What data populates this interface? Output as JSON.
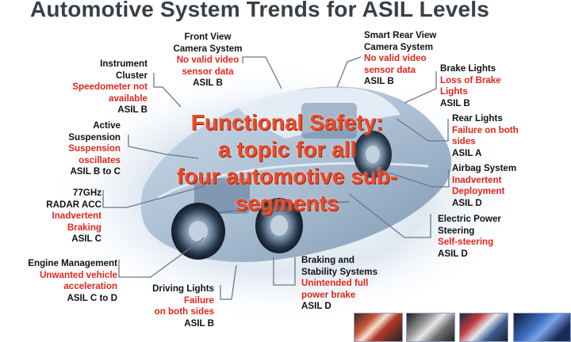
{
  "title": "Automotive System Trends for ASIL Levels",
  "center": {
    "lines": [
      "Functional Safety:",
      "a topic for all",
      "four automotive sub-",
      "segments"
    ]
  },
  "systems": {
    "front_view": {
      "lines": [
        "Front View",
        "Camera System"
      ],
      "failure": [
        "No  valid video",
        "sensor data"
      ],
      "asil": "ASIL B"
    },
    "smart_rear": {
      "lines": [
        "Smart Rear View",
        "Camera System"
      ],
      "failure": [
        "No valid video",
        "sensor data"
      ],
      "asil": "ASIL B"
    },
    "instrument": {
      "lines": [
        "Instrument",
        "Cluster"
      ],
      "failure": [
        "Speedometer not",
        "available"
      ],
      "asil": "ASIL B"
    },
    "brake_lights": {
      "lines": [
        "Brake Lights"
      ],
      "failure": [
        "Loss of Brake",
        "Lights"
      ],
      "asil": "ASIL B"
    },
    "rear_lights": {
      "lines": [
        "Rear Lights"
      ],
      "failure": [
        "Failure on both",
        "sides"
      ],
      "asil": "ASIL A"
    },
    "suspension": {
      "lines": [
        "Active",
        "Suspension"
      ],
      "failure": [
        "Suspension",
        "oscillates"
      ],
      "asil": "ASIL B to C"
    },
    "airbag": {
      "lines": [
        "Airbag System"
      ],
      "failure": [
        "Inadvertent",
        "Deployment"
      ],
      "asil": "ASIL D"
    },
    "radar": {
      "lines": [
        "77GHz",
        "RADAR  ACC"
      ],
      "failure": [
        "Inadvertent",
        "Braking"
      ],
      "asil": "ASIL C"
    },
    "eps": {
      "lines": [
        "Electric Power",
        "Steering"
      ],
      "failure": [
        "Self-steering"
      ],
      "asil": "ASIL D"
    },
    "engine": {
      "lines": [
        "Engine Management"
      ],
      "failure": [
        "Unwanted vehicle",
        "acceleration"
      ],
      "asil": "ASIL C to D"
    },
    "braking": {
      "lines": [
        "Braking and",
        "Stability Systems"
      ],
      "failure": [
        "Unintended full",
        "power brake"
      ],
      "asil": "ASIL D"
    },
    "driving_lights": {
      "lines": [
        "Driving Lights"
      ],
      "failure": [
        "Failure",
        "on both sides"
      ],
      "asil": "ASIL B"
    }
  },
  "colors": {
    "failure": "#e3261c",
    "title": "#3a3f47",
    "center": "#ee4a2a"
  }
}
